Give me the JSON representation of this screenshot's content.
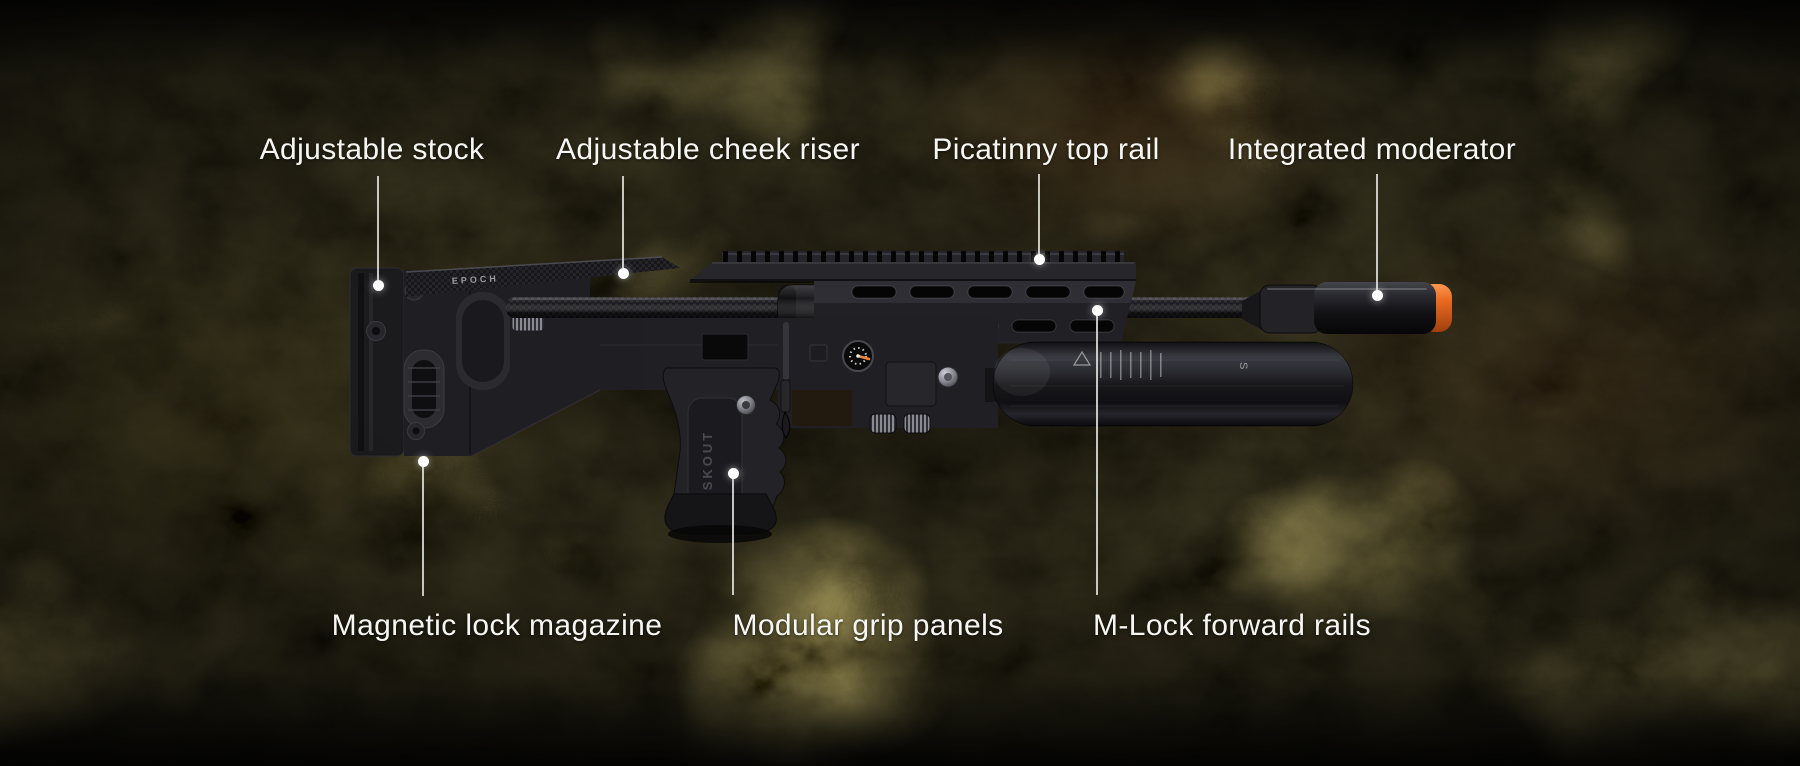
{
  "callouts": {
    "top": [
      {
        "id": "adjustable-stock",
        "label": "Adjustable stock"
      },
      {
        "id": "adjustable-cheek-riser",
        "label": "Adjustable cheek riser"
      },
      {
        "id": "picatinny-top-rail",
        "label": "Picatinny top rail"
      },
      {
        "id": "integrated-moderator",
        "label": "Integrated moderator"
      }
    ],
    "bottom": [
      {
        "id": "magnetic-lock-magazine",
        "label": "Magnetic lock magazine"
      },
      {
        "id": "modular-grip-panels",
        "label": "Modular grip panels"
      },
      {
        "id": "m-lock-forward-rails",
        "label": "M-Lock forward rails"
      }
    ]
  },
  "rifle": {
    "receiver_marking": "EPOCH",
    "grip_marking": "SKOUT",
    "bottle_marking": "S"
  },
  "style": {
    "label_color": "#f6f6f3",
    "leader_line_color": "rgba(235,235,232,0.82)",
    "dot_color": "#ffffff",
    "accent_orange": "#ed6a21",
    "background_base": "#0c0a06"
  }
}
